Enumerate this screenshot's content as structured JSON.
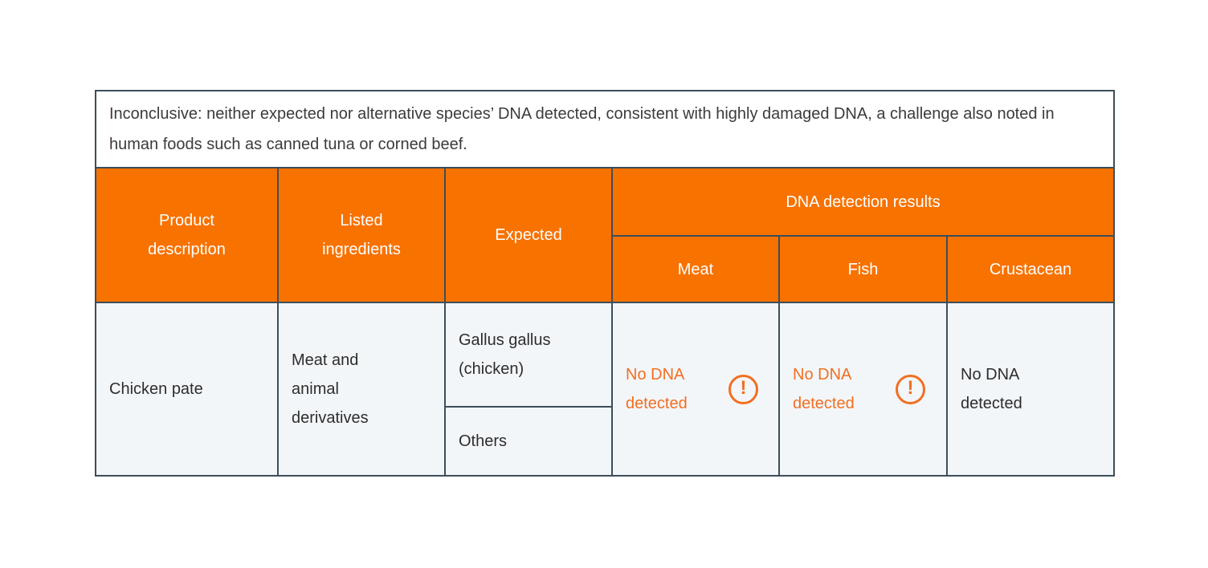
{
  "note": {
    "text": "Inconclusive: neither expected nor alternative species’ DNA detected, consistent with highly damaged DNA, a challenge also noted in human foods such as canned tuna or corned beef."
  },
  "table": {
    "headers": {
      "product": "Product description",
      "ingredients": "Listed ingredients",
      "expected": "Expected",
      "dna_results_group": "DNA detection results",
      "meat": "Meat",
      "fish": "Fish",
      "crustacean": "Crustacean"
    },
    "row": {
      "product": "Chicken pate",
      "ingredients": "Meat and animal derivatives",
      "expected_species": "Gallus gallus (chicken)",
      "expected_others": "Others",
      "results": {
        "meat": {
          "text": "No DNA detected",
          "status": "inconclusive-flagged"
        },
        "fish": {
          "text": "No DNA detected",
          "status": "inconclusive-flagged"
        },
        "crustacean": {
          "text": "No DNA detected",
          "status": "plain"
        }
      }
    }
  },
  "icons": {
    "warning_glyph": "!"
  },
  "colors": {
    "header_orange": "#F87200",
    "accent_orange": "#F26F21",
    "border_slate": "#3C4E59",
    "row_background": "#F3F6F9"
  }
}
